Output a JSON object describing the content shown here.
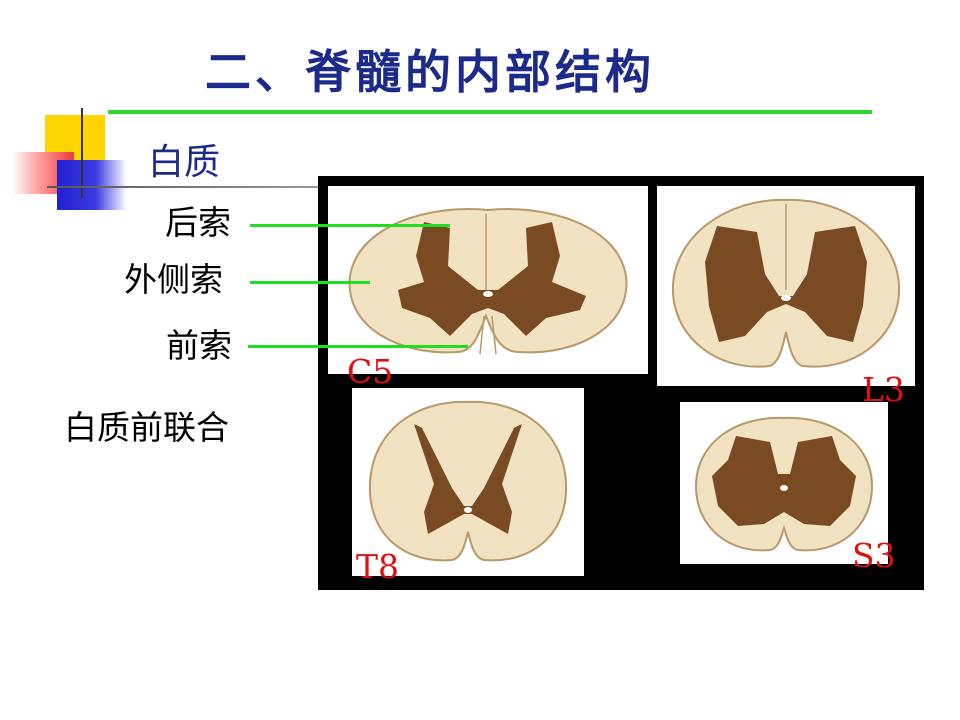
{
  "title": "二、脊髓的内部结构",
  "subtitle": "白质",
  "labels": {
    "posterior": "后索",
    "lateral": "外侧索",
    "anterior": "前索",
    "commissure": "白质前联合"
  },
  "segments": [
    "C5",
    "L3",
    "T8",
    "S3"
  ],
  "colors": {
    "title": "#1c2a8a",
    "leader": "#22dd22",
    "segment_label": "#e01010",
    "white_matter": "#f1e2c2",
    "gray_matter": "#7a4a22"
  }
}
